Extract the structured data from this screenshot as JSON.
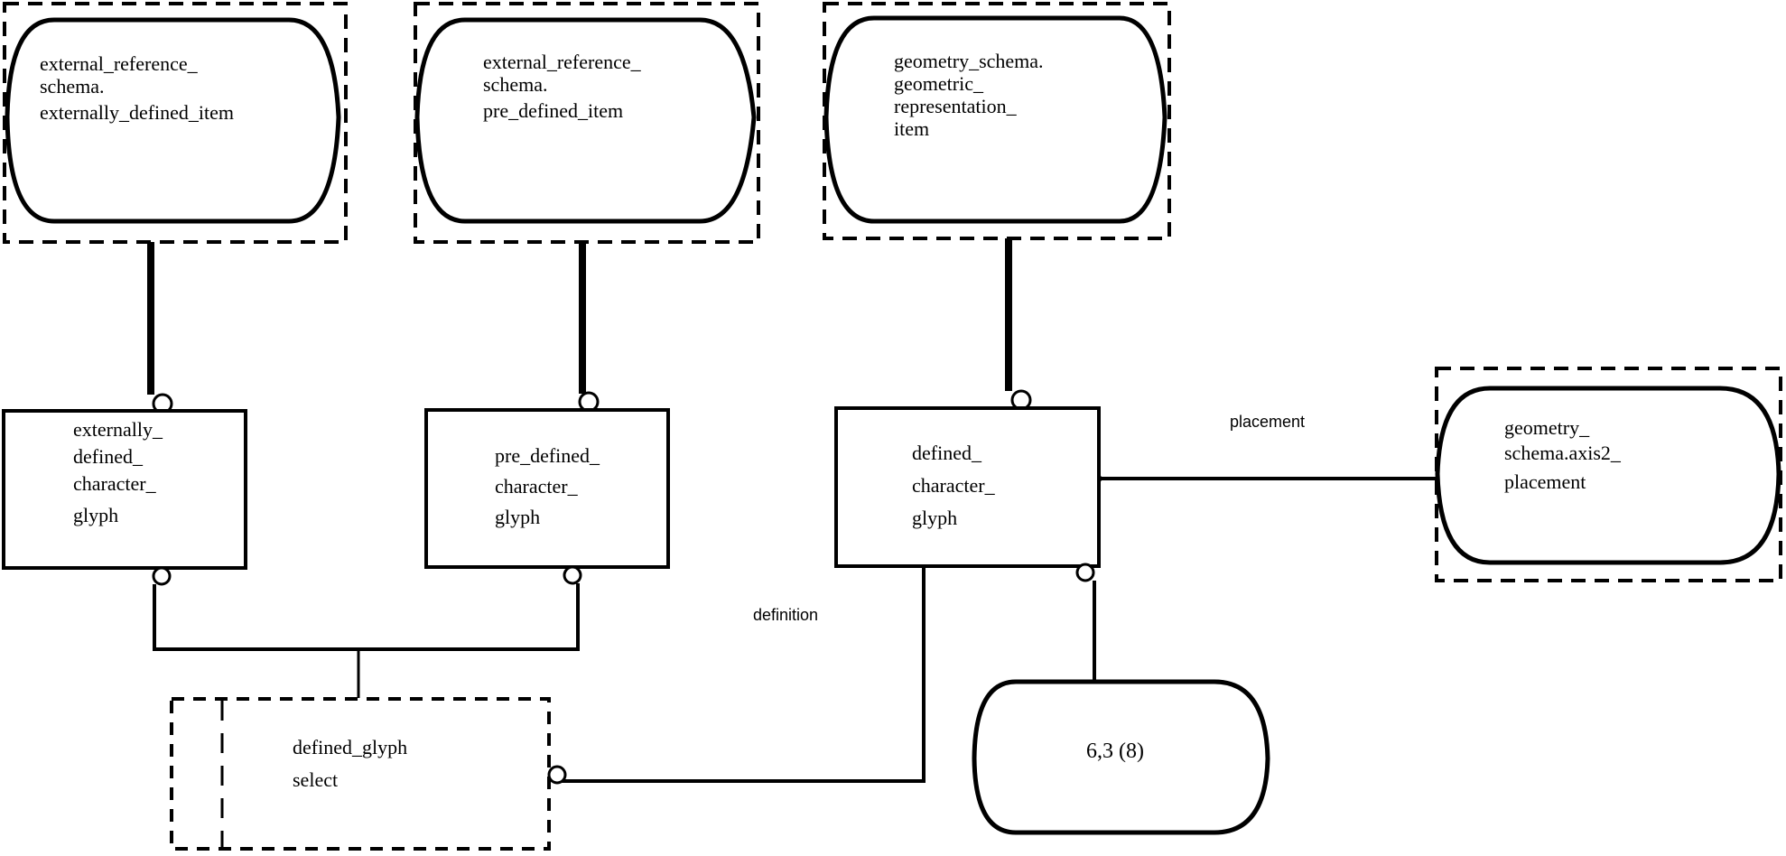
{
  "diagram": {
    "type": "EXPRESS-G",
    "colors": {
      "stroke": "#000000",
      "background": "#ffffff"
    }
  },
  "entities": {
    "external_externally_defined_item": {
      "kind": "referenced-type",
      "lines": [
        "external_reference_",
        "schema.",
        "externally_defined_item"
      ]
    },
    "external_pre_defined_item": {
      "kind": "referenced-type",
      "lines": [
        "external_reference_",
        "schema.",
        "pre_defined_item"
      ]
    },
    "geometric_representation_item": {
      "kind": "referenced-type",
      "lines": [
        "geometry_schema.",
        "geometric_",
        "representation_",
        "item"
      ]
    },
    "axis2_placement": {
      "kind": "referenced-type",
      "lines": [
        "geometry_",
        "schema.axis2_",
        "placement"
      ]
    },
    "externally_defined_character_glyph": {
      "kind": "entity",
      "lines": [
        "externally_",
        "defined_",
        "character_",
        "glyph"
      ]
    },
    "pre_defined_character_glyph": {
      "kind": "entity",
      "lines": [
        "pre_defined_",
        "character_",
        "glyph"
      ]
    },
    "defined_character_glyph": {
      "kind": "entity",
      "lines": [
        "defined_",
        "character_",
        "glyph"
      ]
    },
    "defined_glyph_select": {
      "kind": "select-type",
      "lines": [
        "defined_glyph",
        "select"
      ]
    },
    "page_reference": {
      "kind": "page-reference",
      "lines": [
        "6,3 (8)"
      ]
    }
  },
  "relationships": {
    "placement": "placement",
    "definition": "definition"
  }
}
